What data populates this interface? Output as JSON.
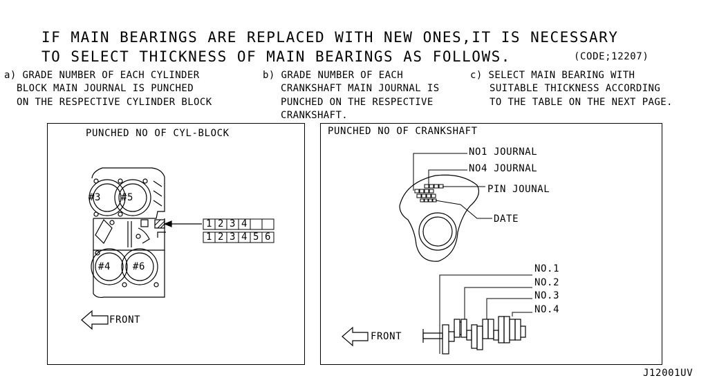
{
  "heading": {
    "line1": "IF MAIN BEARINGS ARE REPLACED WITH NEW ONES,IT IS NECESSARY",
    "line2": "TO SELECT THICKNESS OF MAIN BEARINGS AS FOLLOWS.",
    "code": "(CODE;12207)"
  },
  "steps": [
    {
      "lines": [
        "a) GRADE NUMBER OF EACH CYLINDER",
        "BLOCK MAIN JOURNAL IS PUNCHED",
        "ON THE RESPECTIVE CYLINDER BLOCK"
      ]
    },
    {
      "lines": [
        "b) GRADE NUMBER OF EACH",
        "CRANKSHAFT MAIN JOURNAL IS",
        "PUNCHED ON THE RESPECTIVE",
        "CRANKSHAFT."
      ]
    },
    {
      "lines": [
        "c) SELECT MAIN BEARING WITH",
        "SUITABLE THICKNESS ACCORDING",
        "TO THE TABLE ON THE NEXT PAGE."
      ]
    }
  ],
  "left_panel": {
    "title": "PUNCHED NO OF CYL-BLOCK",
    "bores": [
      "#3",
      "#5",
      "#4",
      "#6"
    ],
    "grade_row1": [
      "1",
      "2",
      "3",
      "4",
      "",
      ""
    ],
    "grade_row2": [
      "1",
      "2",
      "3",
      "4",
      "5",
      "6"
    ],
    "front": "FRONT"
  },
  "right_panel": {
    "title": "PUNCHED NO OF CRANKSHAFT",
    "callouts": [
      "NO1 JOURNAL",
      "NO4 JOURNAL",
      "PIN JOUNAL",
      "DATE"
    ],
    "journals": [
      "NO.1",
      "NO.2",
      "NO.3",
      "NO.4"
    ],
    "front": "FRONT"
  },
  "figure_id": "J12001UV",
  "icons": [
    "front-arrow-icon"
  ]
}
